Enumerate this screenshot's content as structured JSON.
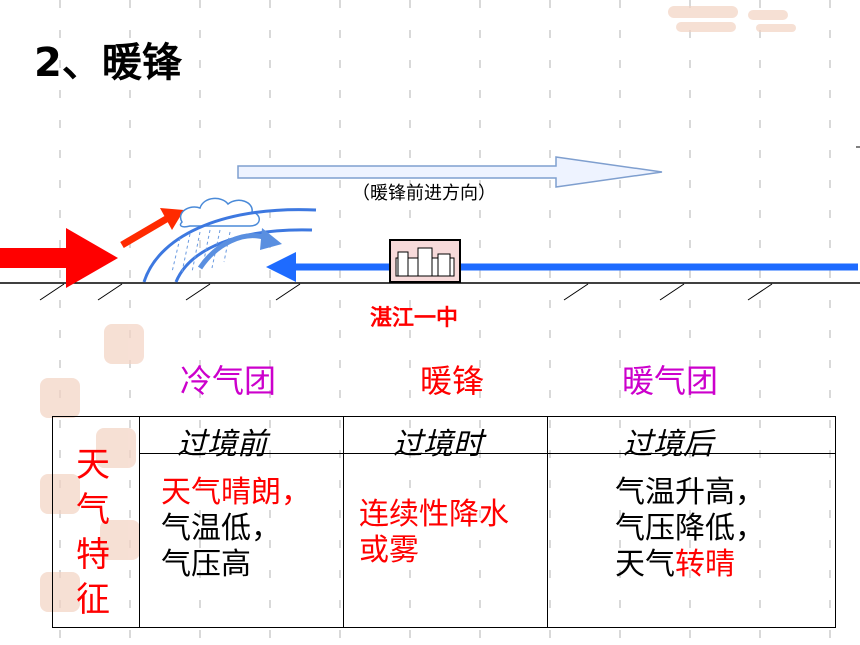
{
  "title": "2、暖锋",
  "diagram": {
    "direction_label": "（暖锋前进方向）",
    "station_label": "湛江一中"
  },
  "air_masses": {
    "cold": "冷气团",
    "front": "暖锋",
    "warm": "暖气团"
  },
  "table": {
    "row_header": [
      "天",
      "气",
      "特",
      "征"
    ],
    "phases": {
      "before": "过境前",
      "during": "过境时",
      "after": "过境后"
    },
    "before": {
      "line1": "天气晴朗，",
      "line2": "气温低，",
      "line3": "气压高"
    },
    "during": {
      "line1": "连续性降水",
      "line2": "或雾"
    },
    "after": {
      "line1": "气温升高，",
      "line2": "气压降低，",
      "line3_a": "天气",
      "line3_b": "转晴"
    }
  },
  "colors": {
    "cold_arrow": "#1e6bff",
    "warm_arrow": "#ff0000",
    "highlight": "#ff0000",
    "air_mass_label": "#cc00cc"
  }
}
